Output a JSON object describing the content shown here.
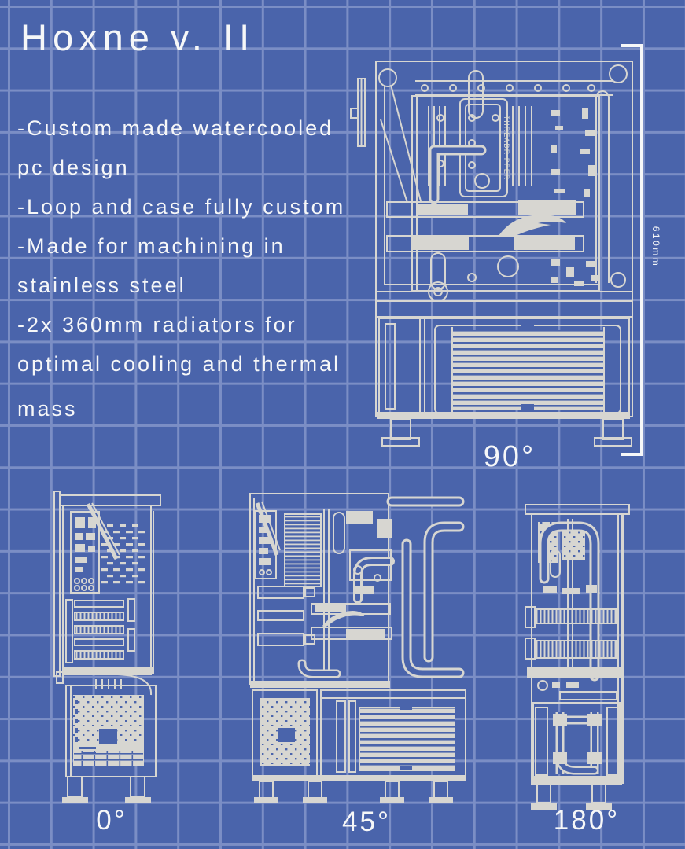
{
  "palette": {
    "background": "#4a64ab",
    "grid_line": "#7b8ec5",
    "drawing_ink": "#d7d6d1",
    "text_color": "#f6f7f8"
  },
  "title": "Hoxne v. II",
  "description_lines": [
    "-Custom made watercooled",
    "pc design",
    "-Loop and case fully custom",
    "-Made for machining in",
    "stainless steel",
    "-2x 360mm radiators for",
    "optimal cooling and thermal",
    "mass"
  ],
  "views": {
    "front_90": {
      "label": "90°",
      "dimension": "610mm",
      "cpu_block_text": "THREADRIPPER"
    },
    "rear_0": {
      "label": "0°"
    },
    "iso_45": {
      "label": "45°"
    },
    "side_180": {
      "label": "180°"
    }
  }
}
